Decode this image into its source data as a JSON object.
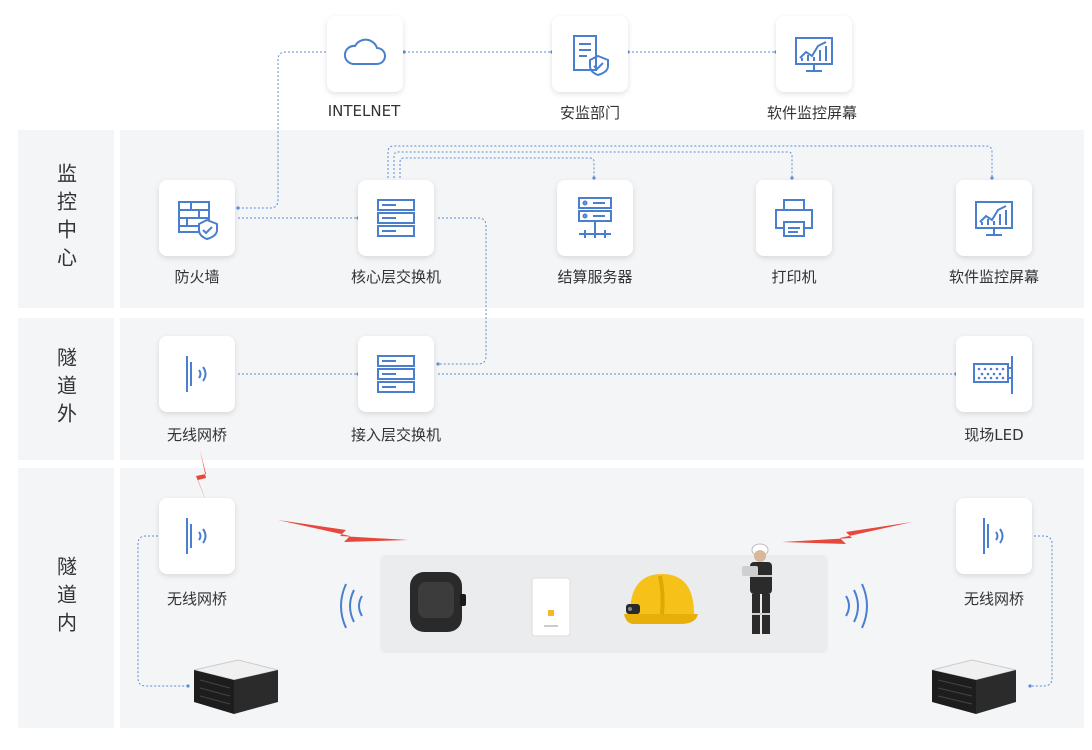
{
  "colors": {
    "line": "#5b8fd6",
    "icon_stroke": "#4a7fcf",
    "signal": "#e8473c",
    "label": "#333333"
  },
  "top": {
    "internet": {
      "label": "INTELNET",
      "icon": "cloud-icon"
    },
    "safety_dept": {
      "label": "安监部门",
      "icon": "shield-document-icon"
    },
    "software_screen": {
      "label": "软件监控屏幕",
      "icon": "monitor-chart-icon"
    }
  },
  "bands": {
    "monitor_center": {
      "label": "监控中心"
    },
    "tunnel_outside": {
      "label": "隧道外"
    },
    "tunnel_inside": {
      "label": "隧道内"
    }
  },
  "monitor_center": {
    "firewall": {
      "label": "防火墙",
      "icon": "firewall-icon"
    },
    "core_switch": {
      "label": "核心层交换机",
      "icon": "switch-icon"
    },
    "settlement_server": {
      "label": "结算服务器",
      "icon": "server-icon"
    },
    "printer": {
      "label": "打印机",
      "icon": "printer-icon"
    },
    "software_screen": {
      "label": "软件监控屏幕",
      "icon": "monitor-chart-icon"
    }
  },
  "tunnel_outside": {
    "wireless_bridge": {
      "label": "无线网桥",
      "icon": "wireless-bridge-icon"
    },
    "access_switch": {
      "label": "接入层交换机",
      "icon": "switch-icon"
    },
    "led": {
      "label": "现场LED",
      "icon": "led-board-icon"
    }
  },
  "tunnel_inside": {
    "left_bridge": {
      "label": "无线网桥",
      "icon": "wireless-bridge-icon"
    },
    "right_bridge": {
      "label": "无线网桥",
      "icon": "wireless-bridge-icon"
    },
    "devices": [
      "smartwatch-icon",
      "tag-card-icon",
      "helmet-icon",
      "worker-icon"
    ]
  }
}
